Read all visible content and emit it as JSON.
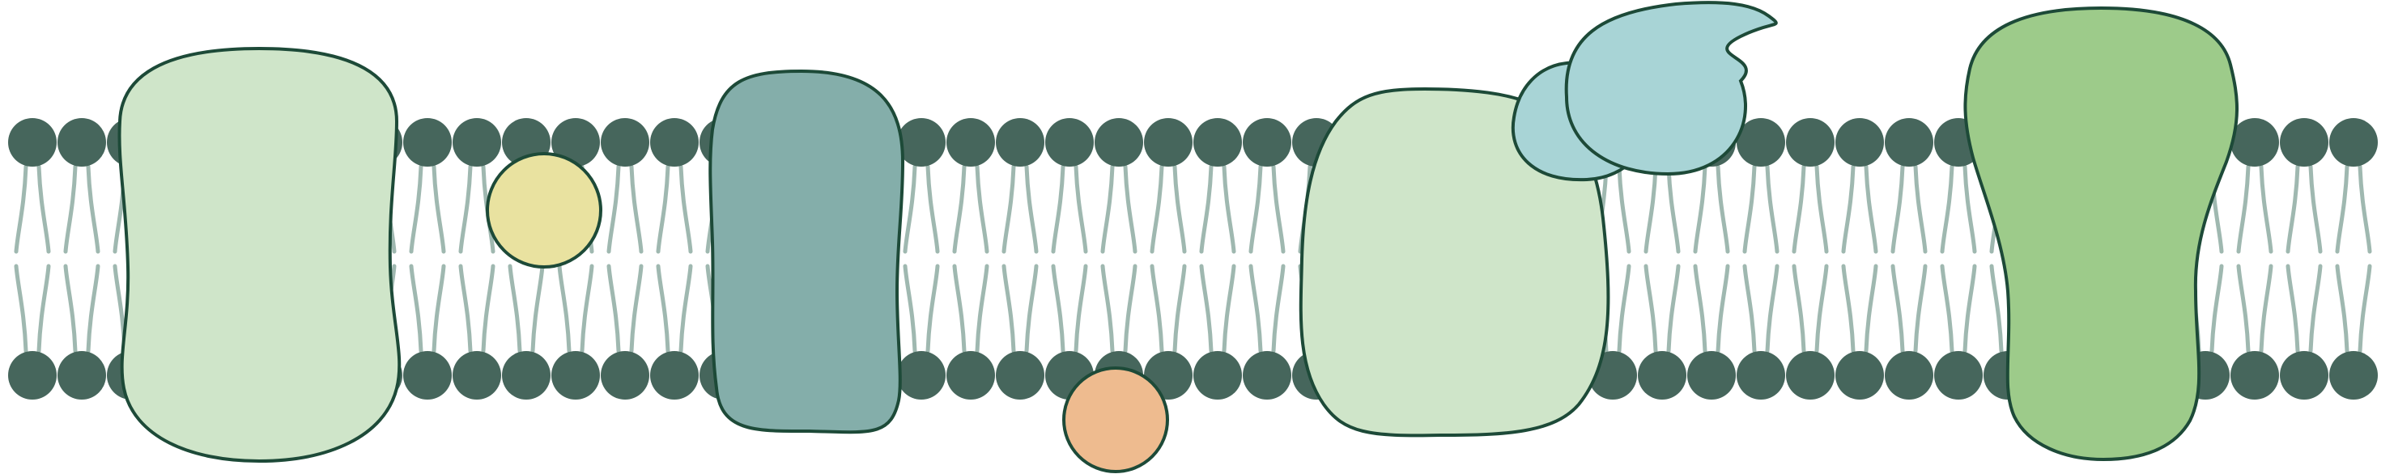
{
  "diagram": {
    "kind": "membrane-bilayer-with-proteins",
    "colors": {
      "background": "#ffffff",
      "lipid_head": "#46665c",
      "lipid_tail": "#9fb8b0",
      "outline": "#1d4a38",
      "protein_pale_green": "#cfe5c9",
      "protein_teal": "#84aeaa",
      "protein_light_blue": "#a8d4d6",
      "protein_green": "#9dcb8a",
      "peripheral_yellow": "#e9e2a0",
      "peripheral_orange": "#eebb8f"
    },
    "proteins": [
      {
        "id": "integral-protein-1",
        "shape": "barrel",
        "fill": "protein_pale_green"
      },
      {
        "id": "integral-protein-2",
        "shape": "rounded-block",
        "fill": "protein_teal"
      },
      {
        "id": "integral-protein-3",
        "shape": "rounded-block",
        "fill": "protein_pale_green"
      },
      {
        "id": "receptor-complex-small",
        "shape": "blob",
        "fill": "protein_light_blue"
      },
      {
        "id": "receptor-complex-large",
        "shape": "blob",
        "fill": "protein_light_blue"
      },
      {
        "id": "integral-protein-4",
        "shape": "funnel",
        "fill": "protein_green"
      }
    ],
    "peripheral_proteins": [
      {
        "id": "peripheral-protein-top",
        "fill": "peripheral_yellow",
        "leaflet": "outer"
      },
      {
        "id": "peripheral-protein-bottom",
        "fill": "peripheral_orange",
        "leaflet": "inner"
      }
    ]
  }
}
